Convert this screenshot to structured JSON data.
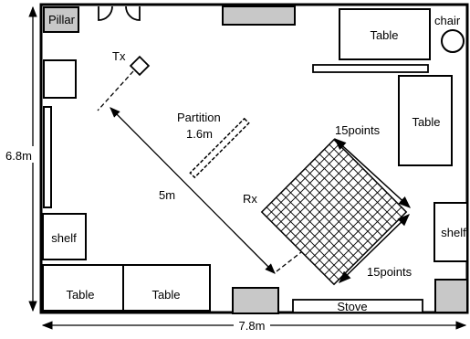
{
  "labels": {
    "pillar": "Pillar",
    "chair": "chair",
    "tx": "Tx",
    "rx": "Rx",
    "partition_title": "Partition",
    "partition_length": "1.6m",
    "distance": "5m",
    "grid_top_count": "15points",
    "grid_bottom_count": "15points",
    "table_top": "Table",
    "table_right": "Table",
    "table_bottom_left": "Table",
    "table_bottom_mid": "Table",
    "shelf_left": "shelf",
    "shelf_right": "shelf",
    "stove": "Stove",
    "height_dim": "6.8m",
    "width_dim": "7.8m"
  },
  "grid": {
    "rows": 15,
    "cols": 15
  },
  "colors": {
    "fill_gray": "#c8c8c8",
    "stroke": "#000000",
    "background": "#ffffff"
  }
}
